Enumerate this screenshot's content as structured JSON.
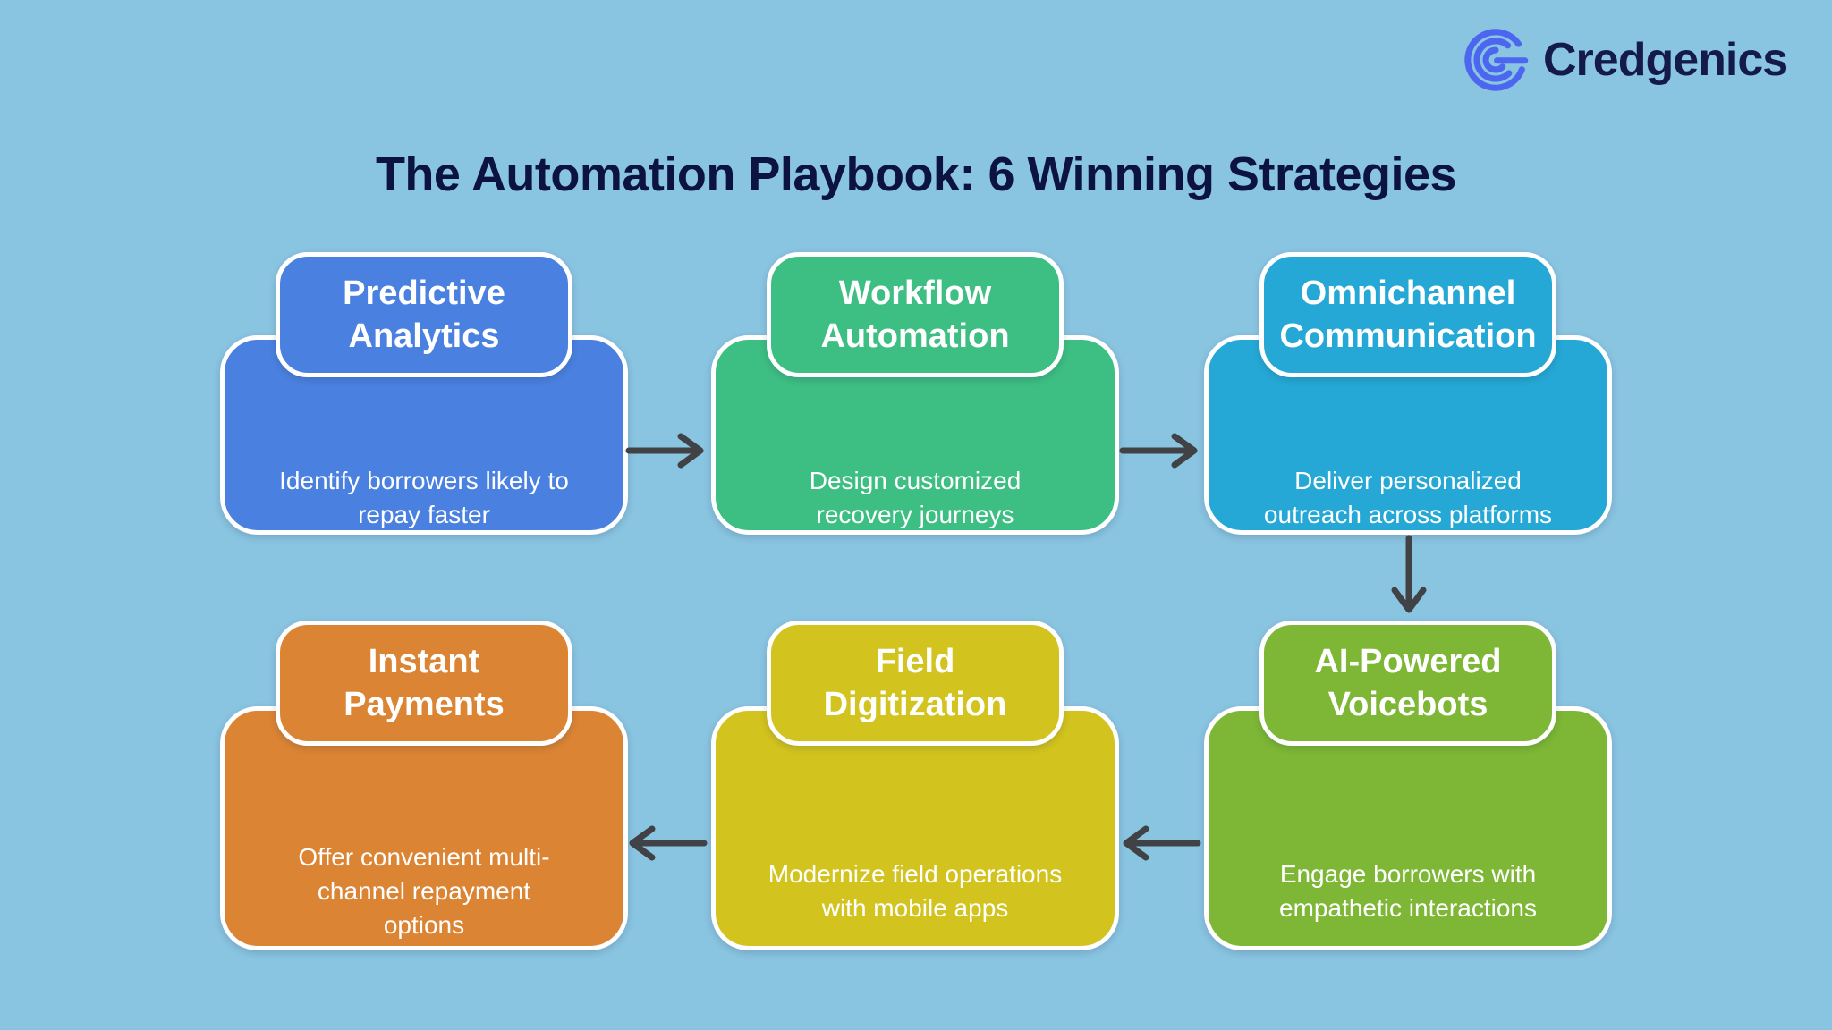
{
  "background_color": "#89C4E1",
  "brand": {
    "name": "Credgenics",
    "logo_icon": "credgenics-g-mark",
    "logo_color": "#4C66F0",
    "text_color": "#141A4A"
  },
  "title": {
    "text": "The Automation Playbook: 6 Winning Strategies",
    "color": "#0D1340"
  },
  "cards": [
    {
      "name": "Predictive Analytics",
      "title_line1": "Predictive",
      "title_line2": "Analytics",
      "desc_line1": "Identify borrowers likely to",
      "desc_line2": "repay faster",
      "color": "#4A80DF"
    },
    {
      "name": "Workflow Automation",
      "title_line1": "Workflow",
      "title_line2": "Automation",
      "desc_line1": "Design customized",
      "desc_line2": "recovery journeys",
      "color": "#3DBE83"
    },
    {
      "name": "Omnichannel Communication",
      "title_line1": "Omnichannel",
      "title_line2": "Communication",
      "desc_line1": "Deliver personalized",
      "desc_line2": "outreach across platforms",
      "color": "#25A8D5"
    },
    {
      "name": "Instant Payments",
      "title_line1": "Instant",
      "title_line2": "Payments",
      "desc_line1": "Offer convenient multi-",
      "desc_line2": "channel repayment",
      "desc_line3": "options",
      "color": "#DB8434"
    },
    {
      "name": "Field Digitization",
      "title_line1": "Field",
      "title_line2": "Digitization",
      "desc_line1": "Modernize field operations",
      "desc_line2": "with mobile apps",
      "color": "#D2C31E"
    },
    {
      "name": "AI-Powered Voicebots",
      "title_line1": "AI-Powered",
      "title_line2": "Voicebots",
      "desc_line1": "Engage borrowers with",
      "desc_line2": "empathetic interactions",
      "color": "#7DB735"
    }
  ],
  "arrows": {
    "color": "#414245",
    "connections": [
      {
        "from": "Predictive Analytics",
        "to": "Workflow Automation",
        "direction": "right"
      },
      {
        "from": "Workflow Automation",
        "to": "Omnichannel Communication",
        "direction": "right"
      },
      {
        "from": "Omnichannel Communication",
        "to": "AI-Powered Voicebots",
        "direction": "down"
      },
      {
        "from": "AI-Powered Voicebots",
        "to": "Field Digitization",
        "direction": "left"
      },
      {
        "from": "Field Digitization",
        "to": "Instant Payments",
        "direction": "left"
      }
    ]
  }
}
